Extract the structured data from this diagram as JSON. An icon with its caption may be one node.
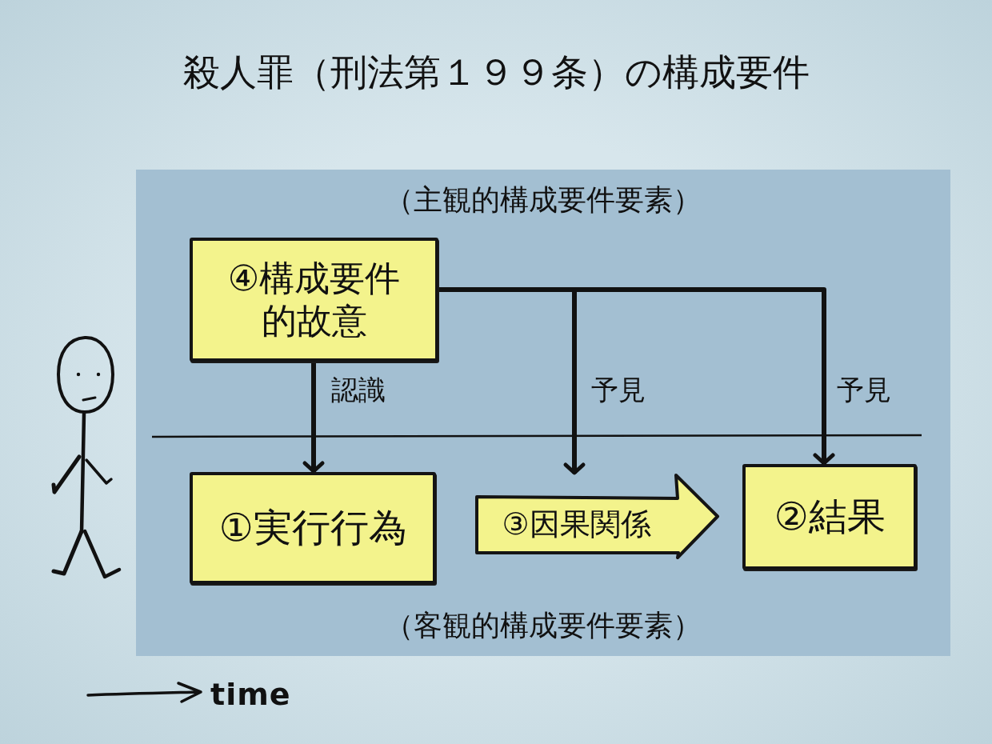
{
  "diagram": {
    "title": "殺人罪（刑法第１９９条）の構成要件",
    "nodes": [
      {
        "text": [
          "（主観的構成要件要素）",
          "（客観的構成要件要素）"
        ]
      },
      {
        "text": [
          "④構成要件的故意"
        ],
        "in": 0
      },
      {
        "text": [
          "①実行行為"
        ],
        "in": 0
      },
      {
        "text": [
          "③因果関係"
        ],
        "in": 0
      },
      {
        "text": [
          "②結果"
        ],
        "in": 0
      }
    ],
    "edges": [
      {
        "from": 1,
        "to": 2,
        "arrow": "to",
        "label": "認識"
      },
      {
        "from": 1,
        "to": 3,
        "arrow": "to",
        "label": "予見"
      },
      {
        "from": 1,
        "to": 4,
        "arrow": "to",
        "label": "予見"
      },
      {
        "from": 2,
        "to": 4,
        "arrow": "to"
      }
    ],
    "labels": [
      "time"
    ]
  }
}
